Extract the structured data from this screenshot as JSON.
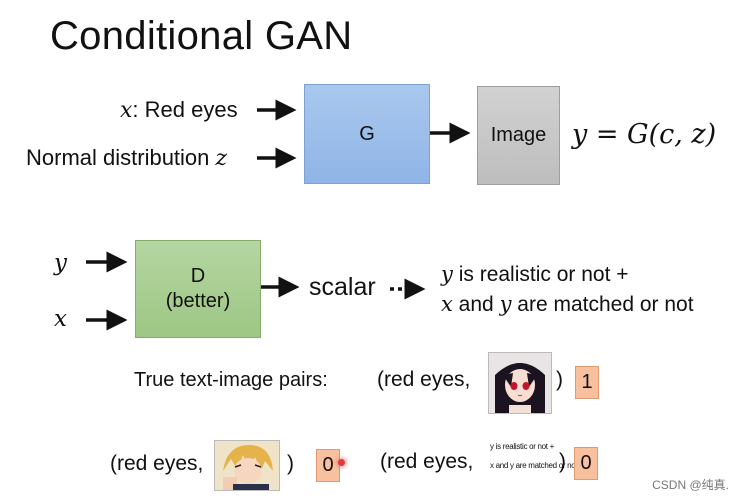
{
  "title": "Conditional GAN",
  "generator": {
    "input_x_var": "x",
    "input_x_text": ": Red eyes",
    "input_z_text": "Normal distribution ",
    "input_z_var": "z",
    "box_label": "G",
    "output_label": "Image",
    "equation": "y = G(c, z)"
  },
  "discriminator": {
    "input_y": "y",
    "input_x": "x",
    "box_line1": "D",
    "box_line2": "(better)",
    "output": "scalar",
    "desc_line1_var": "y",
    "desc_line1_text": " is realistic or not +",
    "desc_line2_var1": "x",
    "desc_line2_mid": " and ",
    "desc_line2_var2": "y",
    "desc_line2_text": " are matched or not"
  },
  "examples": {
    "true_pairs_label": "True text-image pairs:",
    "pair1": {
      "open": "(red eyes,",
      "close": ")",
      "score": "1"
    },
    "pair2": {
      "open": "(red eyes,",
      "close": ")",
      "score": "0"
    },
    "pair3": {
      "open": "(red eyes,",
      "close": ")",
      "score": "0",
      "inset_line1": "y is realistic or not +",
      "inset_line2": "x and y are matched or not"
    }
  },
  "watermark": "CSDN @纯真.",
  "colors": {
    "g_box": "#9dbde9",
    "image_box": "#c8c8c8",
    "d_box": "#a8cf90",
    "score_box": "#f8c09f"
  }
}
